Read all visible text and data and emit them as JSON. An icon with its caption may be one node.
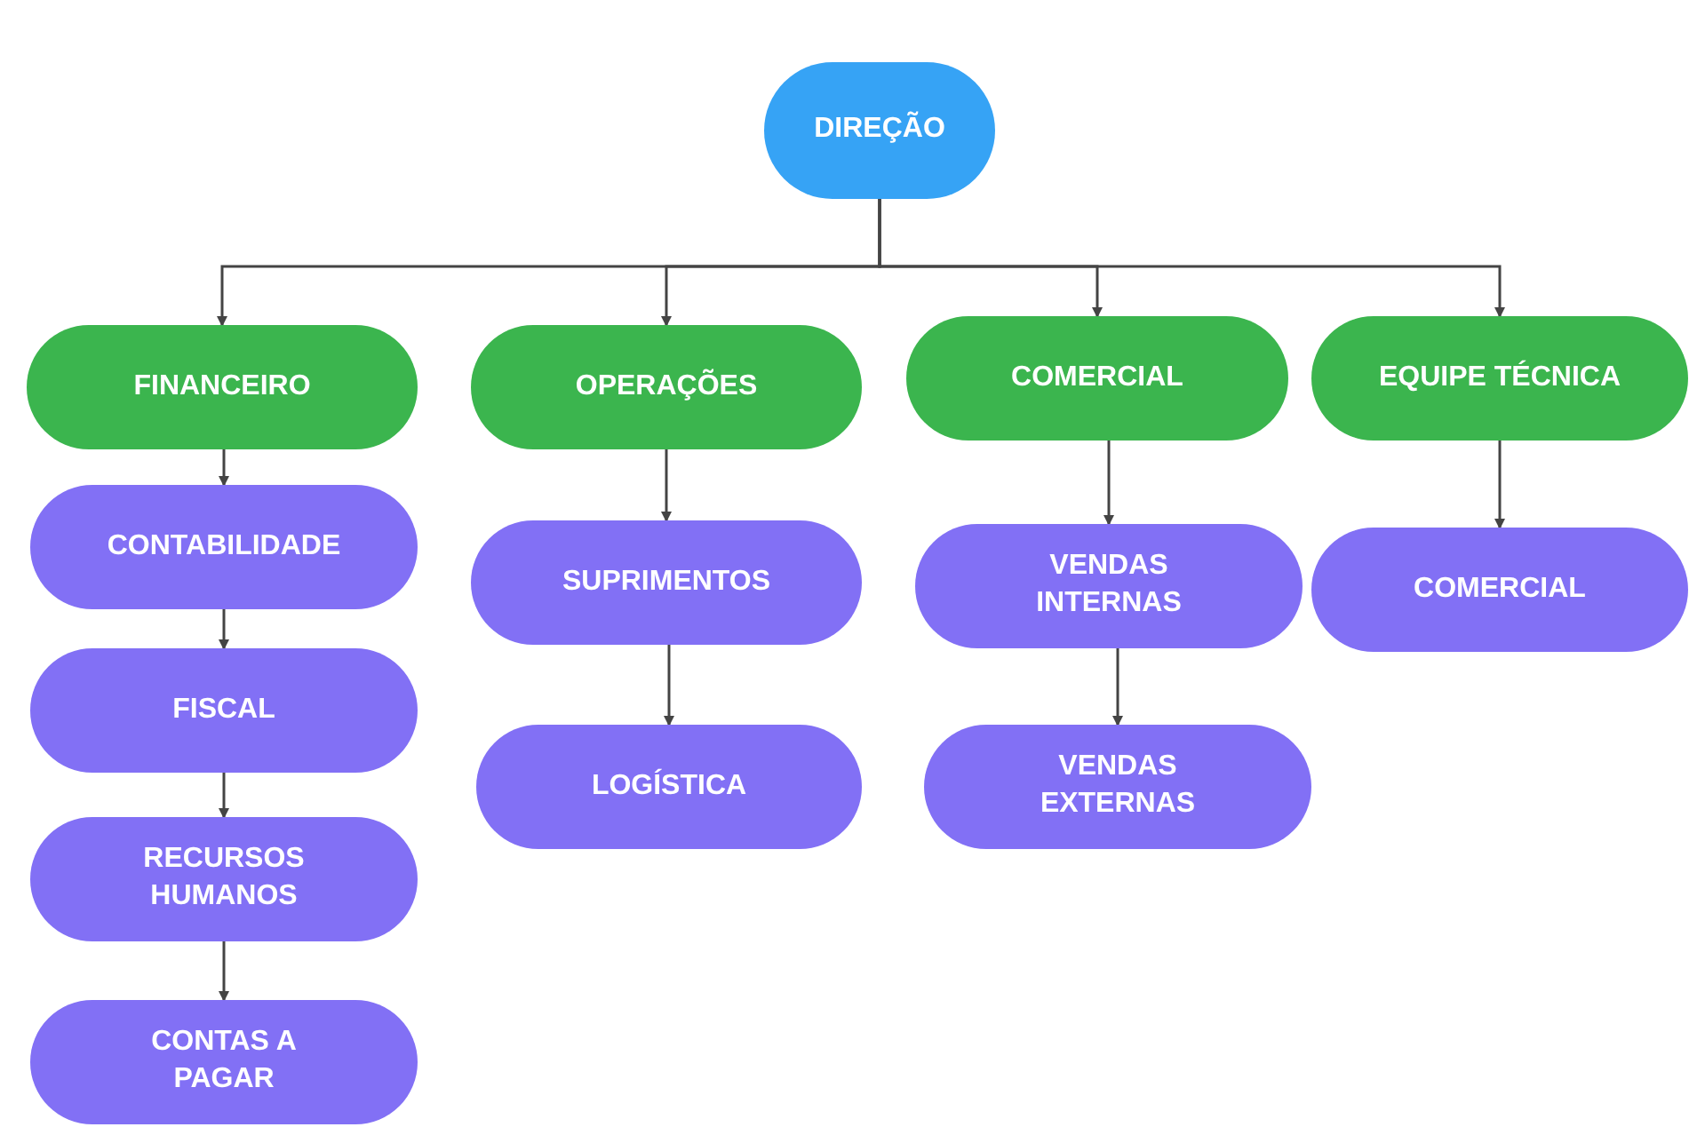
{
  "diagram": {
    "nodes": [
      {
        "text": [
          "DIREÇÃO"
        ]
      },
      {
        "text": [
          "FINANCEIRO"
        ]
      },
      {
        "text": [
          "OPERAÇÕES"
        ]
      },
      {
        "text": [
          "COMERCIAL"
        ]
      },
      {
        "text": [
          "EQUIPE TÉCNICA"
        ]
      },
      {
        "text": [
          "CONTABILIDADE"
        ]
      },
      {
        "text": [
          "FISCAL"
        ]
      },
      {
        "text": [
          "RECURSOS HUMANOS"
        ]
      },
      {
        "text": [
          "CONTAS A PAGAR"
        ]
      },
      {
        "text": [
          "SUPRIMENTOS"
        ]
      },
      {
        "text": [
          "LOGÍSTICA"
        ]
      },
      {
        "text": [
          "VENDAS INTERNAS"
        ]
      },
      {
        "text": [
          "VENDAS EXTERNAS"
        ]
      },
      {
        "text": [
          "COMERCIAL"
        ]
      }
    ],
    "edges": [
      {
        "from": 0,
        "to": 1,
        "arrow": "to"
      },
      {
        "from": 0,
        "to": 2,
        "arrow": "to"
      },
      {
        "from": 0,
        "to": 3,
        "arrow": "to"
      },
      {
        "from": 0,
        "to": 4,
        "arrow": "to"
      },
      {
        "from": 1,
        "to": 5,
        "arrow": "to"
      },
      {
        "from": 5,
        "to": 6,
        "arrow": "to"
      },
      {
        "from": 6,
        "to": 7,
        "arrow": "to"
      },
      {
        "from": 7,
        "to": 8,
        "arrow": "to"
      },
      {
        "from": 2,
        "to": 9,
        "arrow": "to"
      },
      {
        "from": 9,
        "to": 10,
        "arrow": "to"
      },
      {
        "from": 3,
        "to": 11,
        "arrow": "to"
      },
      {
        "from": 11,
        "to": 12,
        "arrow": "to"
      },
      {
        "from": 4,
        "to": 13,
        "arrow": "to"
      }
    ]
  }
}
